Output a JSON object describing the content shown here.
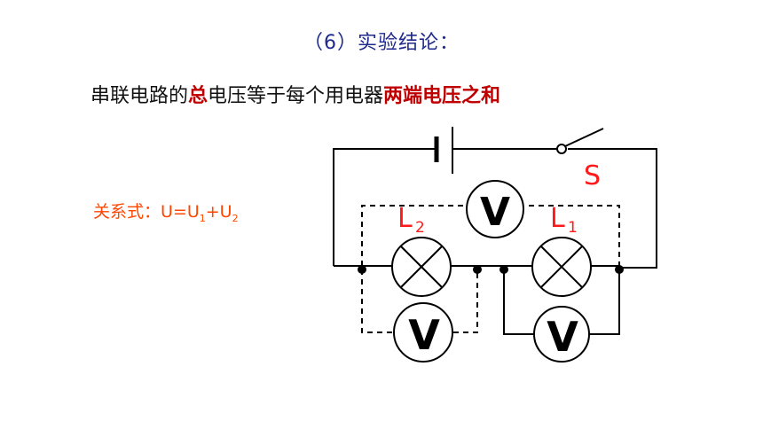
{
  "title": "（6）实验结论：",
  "conclusion": {
    "part1": "串联电路的",
    "highlight1": "总",
    "part2": "电压等于每个用电器",
    "highlight2": "两端电压之和"
  },
  "formula": {
    "prefix": "关系式：U=U",
    "sub1": "1",
    "mid": "+U",
    "sub2": "2"
  },
  "circuit": {
    "switch_label": "S",
    "lamp1_label": "L",
    "lamp1_sub": "1",
    "lamp2_label": "L",
    "lamp2_sub": "2",
    "voltmeter_label": "V"
  },
  "colors": {
    "title": "#1f2a8c",
    "highlight": "#c00000",
    "formula": "#ff4500",
    "handwriting": "#ff1a1a"
  }
}
